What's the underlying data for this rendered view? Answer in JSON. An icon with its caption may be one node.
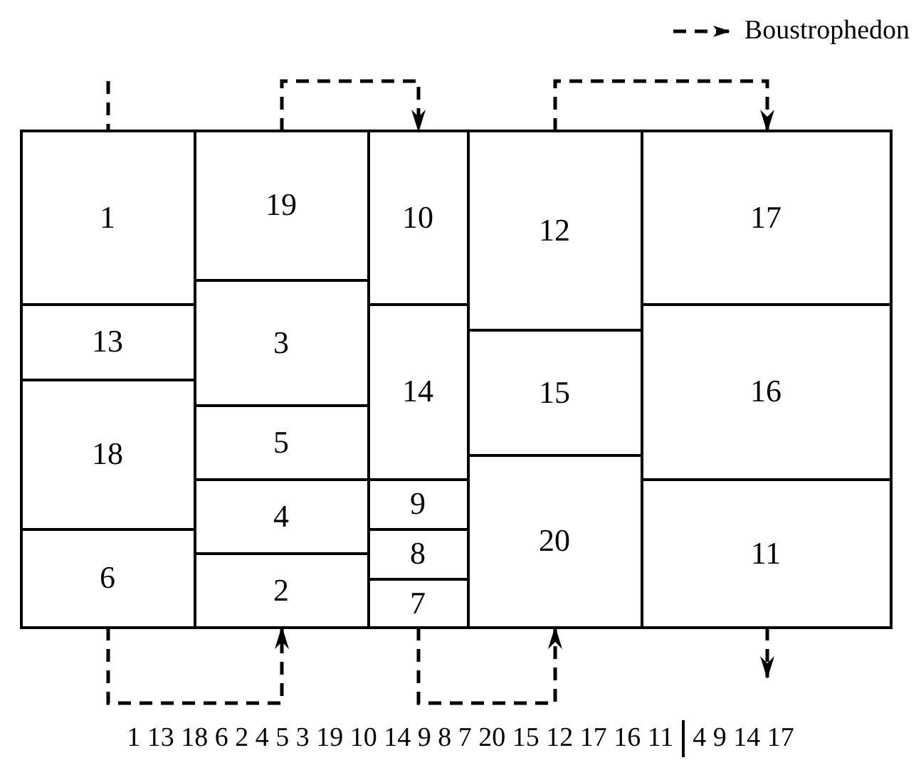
{
  "diagram": {
    "nodes": [
      {
        "text": [
          "1"
        ]
      },
      {
        "text": [
          "13"
        ]
      },
      {
        "text": [
          "18"
        ]
      },
      {
        "text": [
          "6"
        ]
      },
      {
        "text": [
          "19"
        ]
      },
      {
        "text": [
          "3"
        ]
      },
      {
        "text": [
          "5"
        ]
      },
      {
        "text": [
          "4"
        ]
      },
      {
        "text": [
          "2"
        ]
      },
      {
        "text": [
          "10"
        ]
      },
      {
        "text": [
          "14"
        ]
      },
      {
        "text": [
          "9"
        ]
      },
      {
        "text": [
          "8"
        ]
      },
      {
        "text": [
          "7"
        ]
      },
      {
        "text": [
          "12"
        ]
      },
      {
        "text": [
          "15"
        ]
      },
      {
        "text": [
          "20"
        ]
      },
      {
        "text": [
          "17"
        ]
      },
      {
        "text": [
          "16"
        ]
      },
      {
        "text": [
          "11"
        ]
      }
    ],
    "edges": [
      {
        "from": null,
        "to": 0,
        "arrow": "none",
        "style": "dashed"
      },
      {
        "from": 3,
        "to": 8,
        "arrow": "to",
        "style": "dashed"
      },
      {
        "from": 4,
        "to": 9,
        "arrow": "to",
        "style": "dashed"
      },
      {
        "from": 13,
        "to": 16,
        "arrow": "to",
        "style": "dashed"
      },
      {
        "from": 14,
        "to": 17,
        "arrow": "to",
        "style": "dashed"
      },
      {
        "from": 19,
        "to": null,
        "arrow": "to",
        "style": "dashed"
      }
    ],
    "labels": [
      "1 13 18 6 2 4 5 3 19 10 14 9 8 7 20 15 12 17 16 11",
      "4 9 14 17"
    ],
    "legend": [
      {
        "text": "Boustrophedon"
      }
    ]
  }
}
